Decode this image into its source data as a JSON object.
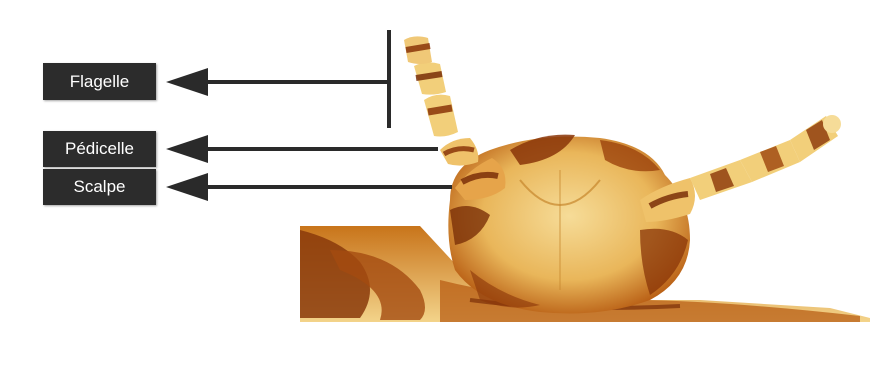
{
  "labels": {
    "flagelle": "Flagelle",
    "pedicelle": "Pédicelle",
    "scalpe": "Scalpe"
  },
  "colors": {
    "label_bg": "#2c2c2c",
    "label_text": "#ffffff",
    "arrow": "#2a2a2a",
    "cuticle_dark": "#7a2f08",
    "cuticle_mid": "#c8741a",
    "cuticle_light": "#f2cf7a"
  }
}
